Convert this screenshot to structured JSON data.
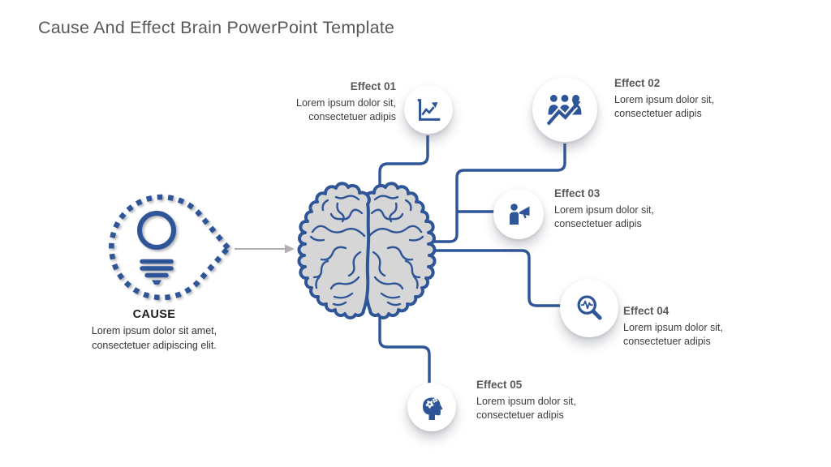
{
  "slide": {
    "title": "Cause And Effect Brain PowerPoint Template"
  },
  "cause": {
    "label": "CAUSE",
    "description": "Lorem ipsum dolor sit amet, consectetuer adipiscing elit.",
    "icon": "lightbulb-icon"
  },
  "effects": [
    {
      "label": "Effect 01",
      "text": "Lorem ipsum dolor sit, consectetuer adipis",
      "icon": "line-chart-icon"
    },
    {
      "label": "Effect 02",
      "text": "Lorem ipsum dolor sit, consectetuer adipis",
      "icon": "people-growth-icon"
    },
    {
      "label": "Effect 03",
      "text": "Lorem ipsum dolor sit, consectetuer adipis",
      "icon": "megaphone-person-icon"
    },
    {
      "label": "Effect 04",
      "text": "Lorem ipsum dolor sit, consectetuer adipis",
      "icon": "magnifier-pulse-icon"
    },
    {
      "label": "Effect 05",
      "text": "Lorem ipsum dolor sit, consectetuer adipis",
      "icon": "head-gears-icon"
    }
  ],
  "illustrations": [
    "brain-top-view",
    "dashed-teardrop",
    "cause-to-brain-arrow"
  ],
  "colors": {
    "accent_blue": "#2E5597",
    "title_gray": "#595959",
    "body_text": "#3D3D3D",
    "brain_fill": "#D6D6D6",
    "arrow_gray": "#AFAFAF",
    "background": "#FFFFFF"
  }
}
